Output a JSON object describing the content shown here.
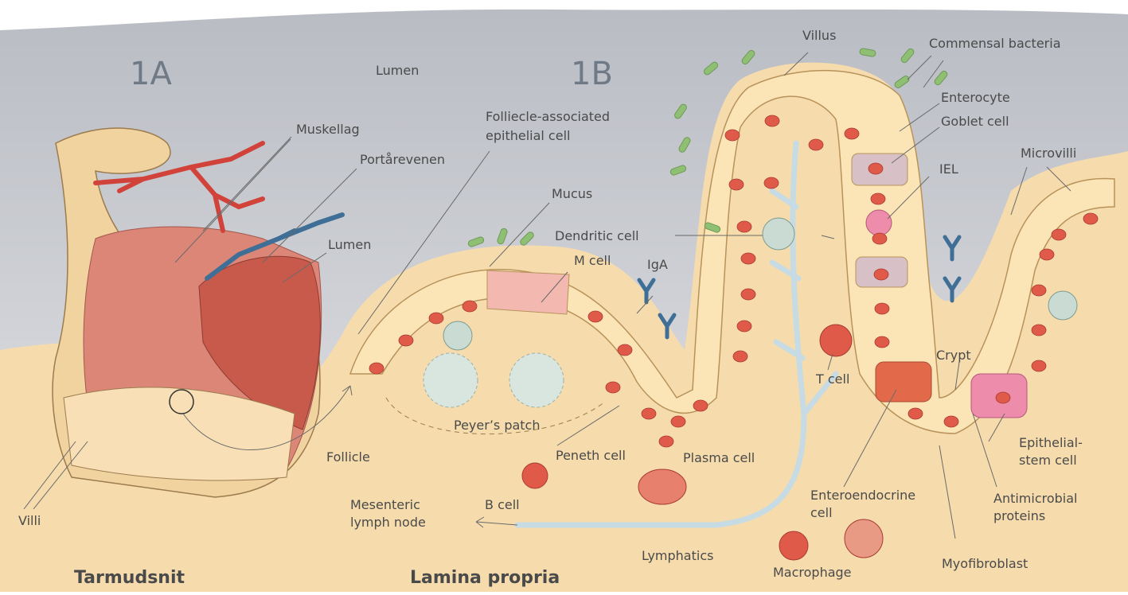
{
  "figure": {
    "panel_a": "1A",
    "panel_b": "1B",
    "region_bottom_left": "Tarmudsnit",
    "region_bottom_center": "Lamina propria"
  },
  "labels": {
    "lumen_top": "Lumen",
    "muskellag": "Muskellag",
    "portarevenen": "Portårevenen",
    "lumen_tube": "Lumen",
    "villi": "Villi",
    "fae_line1": "Folliecle-associated",
    "fae_line2": "epithelial cell",
    "mucus": "Mucus",
    "dendritic": "Dendritic cell",
    "mcell": "M cell",
    "iga": "IgA",
    "villus": "Villus",
    "commensal": "Commensal bacteria",
    "enterocyte": "Enterocyte",
    "goblet": "Goblet cell",
    "iel": "IEL",
    "microvilli": "Microvilli",
    "crypt": "Crypt",
    "tcell": "T cell",
    "peyers": "Peyer’s patch",
    "follicle": "Follicle",
    "peneth": "Peneth cell",
    "plasma": "Plasma cell",
    "bcell": "B cell",
    "mesenteric_line1": "Mesenteric",
    "mesenteric_line2": "lymph node",
    "lymphatics": "Lymphatics",
    "macrophage": "Macrophage",
    "enteroendo_line1": "Enteroendocrine",
    "enteroendo_line2": "cell",
    "antimicro_line1": "Antimicrobial",
    "antimicro_line2": "proteins",
    "myofibroblast": "Myofibroblast",
    "stem_line1": "Epithelial-",
    "stem_line2": "stem cell"
  },
  "colors": {
    "lumen_bg": "#c9cbd0",
    "tissue": "#f6dcad",
    "cell_fill": "#fbe5b6",
    "cell_stroke": "#b8925a",
    "nucleus": "#e05a4a",
    "muscle": "#d9786b",
    "artery": "#d1433a",
    "vein": "#3f6f96",
    "lymph_vessel": "#c6dbe3",
    "bacteria": "#8fbf73",
    "mcell": "#f3b9b0",
    "goblet": "#d8c1c6",
    "stem_cell": "#ee8cab",
    "enteroendocrine": "#e26a4a",
    "antibody": "#3f6f96"
  }
}
